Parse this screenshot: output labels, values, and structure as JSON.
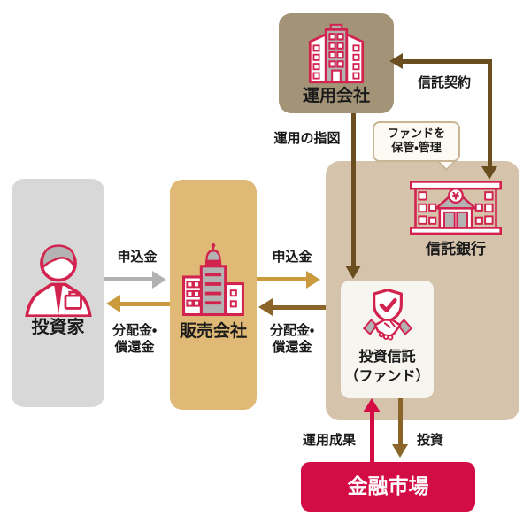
{
  "colors": {
    "crimson": "#d30c46",
    "icon_crimson": "#d2234f",
    "icon_gray": "#b3b3b3",
    "gold_arrow": "#ca9a3c",
    "brown_arrow": "#8a6428",
    "dark_brown_arrow": "#6b4e20",
    "gray_arrow": "#b1b1b1",
    "management_box_bg": "#a39478",
    "custody_box_bg": "#d5c3ac",
    "distributor_box_bg": "#dfb975",
    "investor_box_bg": "#d8d8d8",
    "fund_box_bg": "#f7f5f0",
    "market_box_bg": "#d30c46",
    "bubble_bg": "#fdfaf3",
    "bubble_border": "#c9b594"
  },
  "nodes": {
    "management_company": {
      "label": "運用会社"
    },
    "trust_bank": {
      "label": "信託銀行"
    },
    "investor": {
      "label": "投資家"
    },
    "distributor": {
      "label": "販売会社"
    },
    "fund": {
      "label_line1": "投資信託",
      "label_line2": "（ファンド）"
    },
    "financial_market": {
      "label": "金融市場"
    }
  },
  "callout": {
    "line1": "ファンドを",
    "line2": "保管・管理"
  },
  "arrow_labels": {
    "trust_contract": "信託契約",
    "management_instruction": "運用の指図",
    "application_investor_to_distributor": "申込金",
    "distribution_to_investor_line1": "分配金・",
    "distribution_to_investor_line2": "償還金",
    "application_distributor_to_fund": "申込金",
    "distribution_to_distributor_line1": "分配金・",
    "distribution_to_distributor_line2": "償還金",
    "investment_performance": "運用成果",
    "investment": "投資"
  }
}
